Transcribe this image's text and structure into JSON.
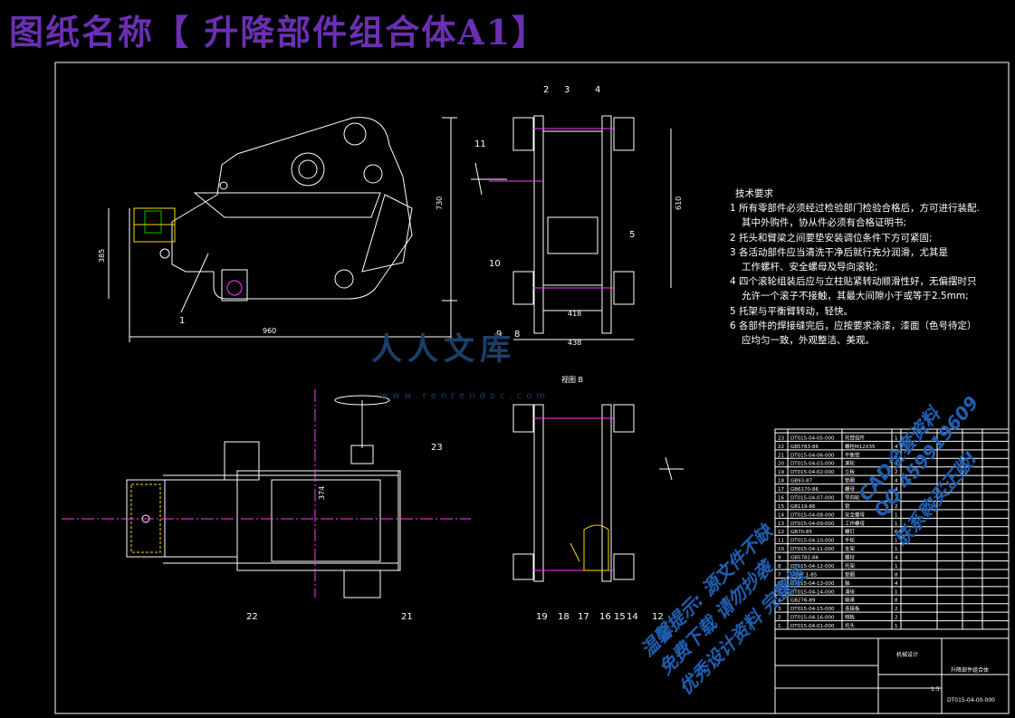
{
  "title": "图纸名称【 升降部件组合体A1】",
  "tech_requirements": {
    "heading": "技术要求",
    "items": [
      "1 所有零部件必须经过检验部门检验合格后，方可进行装配.",
      "其中外购件，协从件必须有合格证明书;",
      "2 托头和臂梁之间要垫安装调位条件下方可紧固;",
      "3 各活动部件应当清洗干净后就行充分润滑，尤其是",
      "工作螺杆、安全螺母及导向滚轮;",
      "4 四个滚轮组装后应与立柱贴紧转动顺滑性好，无偏摆时只",
      "允许一个滚子不接触，其最大间隙小于或等于2.5mm;",
      "5 托架与平衡臂转动，轻快。",
      "6 各部件的焊接缝完后，应按要求涂漆，漆面（色号待定）",
      "应均匀一致，外观整洁、美观。"
    ]
  },
  "dimensions": {
    "d_960": "960",
    "d_730": "730",
    "d_385": "385",
    "d_610": "610",
    "d_418": "418",
    "d_438": "438",
    "d_374": "374",
    "view_label": "视图 B"
  },
  "part_numbers": [
    "1",
    "2",
    "3",
    "4",
    "5",
    "8",
    "9",
    "10",
    "11",
    "12",
    "14",
    "15",
    "16",
    "17",
    "18",
    "19",
    "21",
    "22",
    "23"
  ],
  "watermark": {
    "logo": "人人文库",
    "url": "www.renrendoc.com",
    "promo1": "CAD全套资料",
    "promo2": "QQ 459919609",
    "promo3": "联系购买正版!",
    "warn1": "温馨提示: 源文件不缺",
    "warn2": "免费下载 请勿抄袭",
    "warn3": "优秀设计资料 完整版"
  },
  "title_block": {
    "design_name": "升降部件组合体",
    "drawing_no": "DT015-04-00-000",
    "scale": "1:5",
    "company": "机械设计",
    "rows": [
      {
        "no": "23",
        "code": "DT015-04-05-000",
        "name": "托臂组件",
        "qty": "1"
      },
      {
        "no": "22",
        "code": "GB5783-86",
        "name": "螺栓M12X35",
        "qty": "4"
      },
      {
        "no": "21",
        "code": "DT015-04-06-000",
        "name": "平衡臂",
        "qty": "1"
      },
      {
        "no": "20",
        "code": "DT015-04-03-000",
        "name": "滚轮",
        "qty": "8"
      },
      {
        "no": "19",
        "code": "DT015-04-02-000",
        "name": "立板",
        "qty": "2"
      },
      {
        "no": "18",
        "code": "GB93-87",
        "name": "垫圈",
        "qty": "4"
      },
      {
        "no": "17",
        "code": "GB6170-86",
        "name": "螺母",
        "qty": "4"
      },
      {
        "no": "16",
        "code": "DT015-04-07-000",
        "name": "导向轮",
        "qty": "2"
      },
      {
        "no": "15",
        "code": "GB119-86",
        "name": "销",
        "qty": "2"
      },
      {
        "no": "14",
        "code": "DT015-04-08-000",
        "name": "安全螺母",
        "qty": "1"
      },
      {
        "no": "13",
        "code": "DT015-04-09-000",
        "name": "工作螺母",
        "qty": "1"
      },
      {
        "no": "12",
        "code": "GB70-85",
        "name": "螺钉",
        "qty": "6"
      },
      {
        "no": "11",
        "code": "DT015-04-10-000",
        "name": "手轮",
        "qty": "1"
      },
      {
        "no": "10",
        "code": "DT015-04-11-000",
        "name": "支架",
        "qty": "1"
      },
      {
        "no": "9",
        "code": "GB5782-86",
        "name": "螺栓",
        "qty": "4"
      },
      {
        "no": "8",
        "code": "DT015-04-12-000",
        "name": "托架",
        "qty": "1"
      },
      {
        "no": "7",
        "code": "GB97.1-85",
        "name": "垫圈",
        "qty": "8"
      },
      {
        "no": "6",
        "code": "DT015-04-13-000",
        "name": "轴",
        "qty": "4"
      },
      {
        "no": "5",
        "code": "DT015-04-14-000",
        "name": "滑块",
        "qty": "1"
      },
      {
        "no": "4",
        "code": "GB276-89",
        "name": "轴承",
        "qty": "8"
      },
      {
        "no": "3",
        "code": "DT015-04-15-000",
        "name": "连接板",
        "qty": "2"
      },
      {
        "no": "2",
        "code": "DT015-04-16-000",
        "name": "侧板",
        "qty": "2"
      },
      {
        "no": "1",
        "code": "DT015-04-01-000",
        "name": "托头",
        "qty": "1"
      }
    ]
  },
  "colors": {
    "title": "#6b2fb3",
    "lines": "#ffffff",
    "center_lines": "#ff3cff",
    "hidden_green": "#00c000",
    "accent_yellow": "#ffd700",
    "watermark": "#1f5fb0"
  }
}
